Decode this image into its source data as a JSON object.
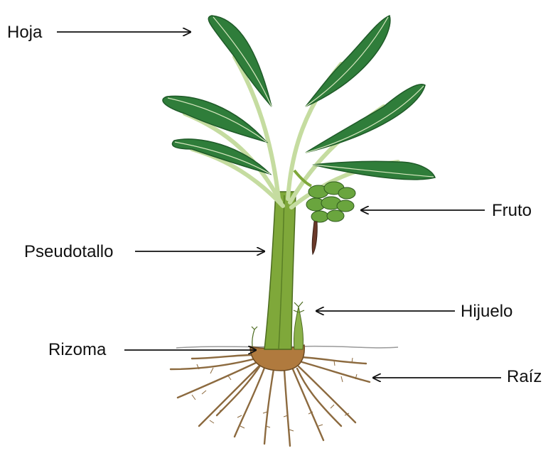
{
  "labels": {
    "hoja": "Hoja",
    "fruto": "Fruto",
    "pseudotallo": "Pseudotallo",
    "hijuelo": "Hijuelo",
    "rizoma": "Rizoma",
    "raiz": "Raíz"
  },
  "colors": {
    "leaf": "#2f7d3a",
    "leaf_dark": "#1f5a28",
    "stem": "#7fa83a",
    "stem_light": "#c5dca0",
    "fruit": "#6aa53e",
    "rhizome": "#b07a3e",
    "root": "#8c6a3f",
    "arrow": "#111111"
  }
}
